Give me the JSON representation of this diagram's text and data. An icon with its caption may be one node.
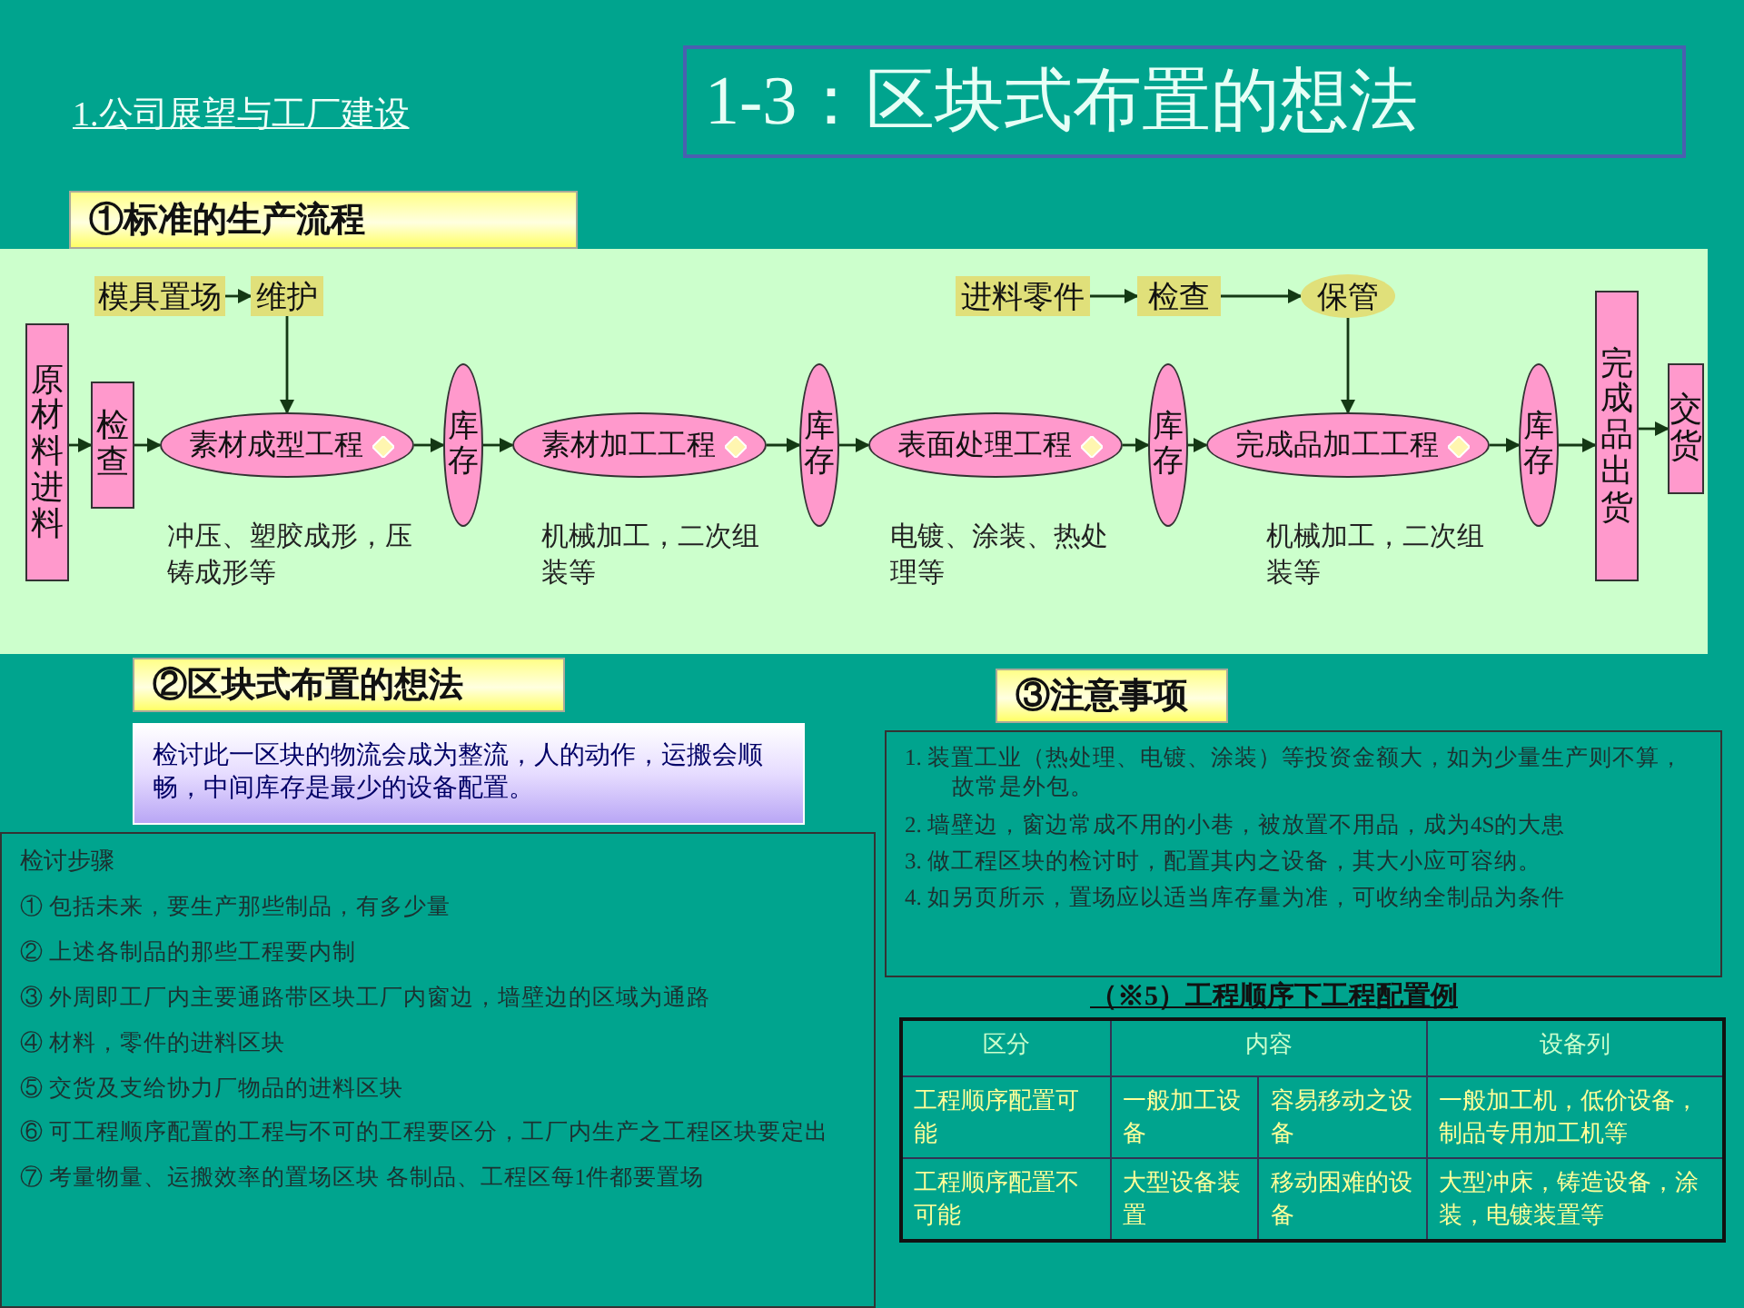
{
  "diagram": {
    "title": "1-3：区块式布置的想法",
    "nodes": [
      {
        "text": [
          "原材料进料"
        ]
      },
      {
        "text": [
          "检查"
        ]
      },
      {
        "text": [
          "素材成型工程"
        ],
        "beside": [
          "冲压、塑胶成形，压铸成形等"
        ]
      },
      {
        "text": [
          "库存"
        ]
      },
      {
        "text": [
          "素材加工工程"
        ],
        "beside": [
          "机械加工，二次组装等"
        ]
      },
      {
        "text": [
          "库存"
        ]
      },
      {
        "text": [
          "表面处理工程"
        ],
        "beside": [
          "电镀、涂装、热处理等"
        ]
      },
      {
        "text": [
          "库存"
        ]
      },
      {
        "text": [
          "完成品加工工程"
        ],
        "beside": [
          "机械加工，二次组装等"
        ]
      },
      {
        "text": [
          "库存"
        ]
      },
      {
        "text": [
          "完成品出货"
        ]
      },
      {
        "text": [
          "交货"
        ]
      },
      {
        "text": [
          "模具置场"
        ]
      },
      {
        "text": [
          "维护"
        ]
      },
      {
        "text": [
          "进料零件"
        ]
      },
      {
        "text": [
          "检查"
        ]
      },
      {
        "text": [
          "保管"
        ]
      },
      {
        "text": [
          "①标准的生产流程"
        ]
      },
      {
        "text": [
          "②区块式布置的想法"
        ]
      },
      {
        "text": [
          "检讨此一区块的物流会成为整流，人的动作，运搬会顺畅，中间库存是最少的设备配置。"
        ]
      },
      {
        "text": [
          "③注意事项"
        ]
      },
      {
        "text": [
          "检讨步骤",
          "① 包括未来，要生产那些制品，有多少量",
          "② 上述各制品的那些工程要内制",
          "③ 外周即工厂内主要通路带区块工厂内窗边，墙壁边的区域为通路",
          "④ 材料，零件的进料区块",
          "⑤ 交货及支给协力厂物品的进料区块",
          "⑥ 可工程顺序配置的工程与不可的工程要区分，工厂内生产之工程区块要定出",
          "⑦ 考量物量、运搬效率的置场区块 各制品、工程区每1件都要置场"
        ]
      },
      {
        "text": [
          "1. 装置工业（热处理、电镀、涂装）等投资金额大，如为少量生产则不算，故常是外包。",
          "2. 墙壁边，窗边常成不用的小巷，被放置不用品，成为4S的大患",
          "3. 做工程区块的检讨时，配置其内之设备，其大小应可容纳。",
          "4. 如另页所示，置场应以适当库存量为准，可收纳全制品为条件"
        ]
      }
    ],
    "edges": [
      {
        "from": 0,
        "to": 1,
        "arrow": "to"
      },
      {
        "from": 1,
        "to": 2,
        "arrow": "to"
      },
      {
        "from": 2,
        "to": 3,
        "arrow": "to"
      },
      {
        "from": 3,
        "to": 4,
        "arrow": "to"
      },
      {
        "from": 4,
        "to": 5,
        "arrow": "to"
      },
      {
        "from": 5,
        "to": 6,
        "arrow": "to"
      },
      {
        "from": 6,
        "to": 7,
        "arrow": "to"
      },
      {
        "from": 7,
        "to": 8,
        "arrow": "to"
      },
      {
        "from": 8,
        "to": 9,
        "arrow": "to"
      },
      {
        "from": 9,
        "to": 10,
        "arrow": "to"
      },
      {
        "from": 10,
        "to": 11,
        "arrow": "to"
      },
      {
        "from": 12,
        "to": 13,
        "arrow": "to"
      },
      {
        "from": 13,
        "to": 2,
        "arrow": "to"
      },
      {
        "from": 14,
        "to": 15,
        "arrow": "to"
      },
      {
        "from": 15,
        "to": 16,
        "arrow": "to"
      },
      {
        "from": 16,
        "to": 8,
        "arrow": "to"
      }
    ],
    "labels": [
      "1.公司展望与工厂建设",
      "（※5）工程顺序下工程配置例",
      "区分",
      "内容",
      "设备列",
      "工程顺序配置可能",
      "一般加工设备",
      "容易移动之设备",
      "一般加工机，低价设备，制品专用加工机等",
      "工程顺序配置不可能",
      "大型设备装置",
      "移动困难的设备",
      "大型冲床，铸造设备，涂装，电镀装置等"
    ]
  }
}
